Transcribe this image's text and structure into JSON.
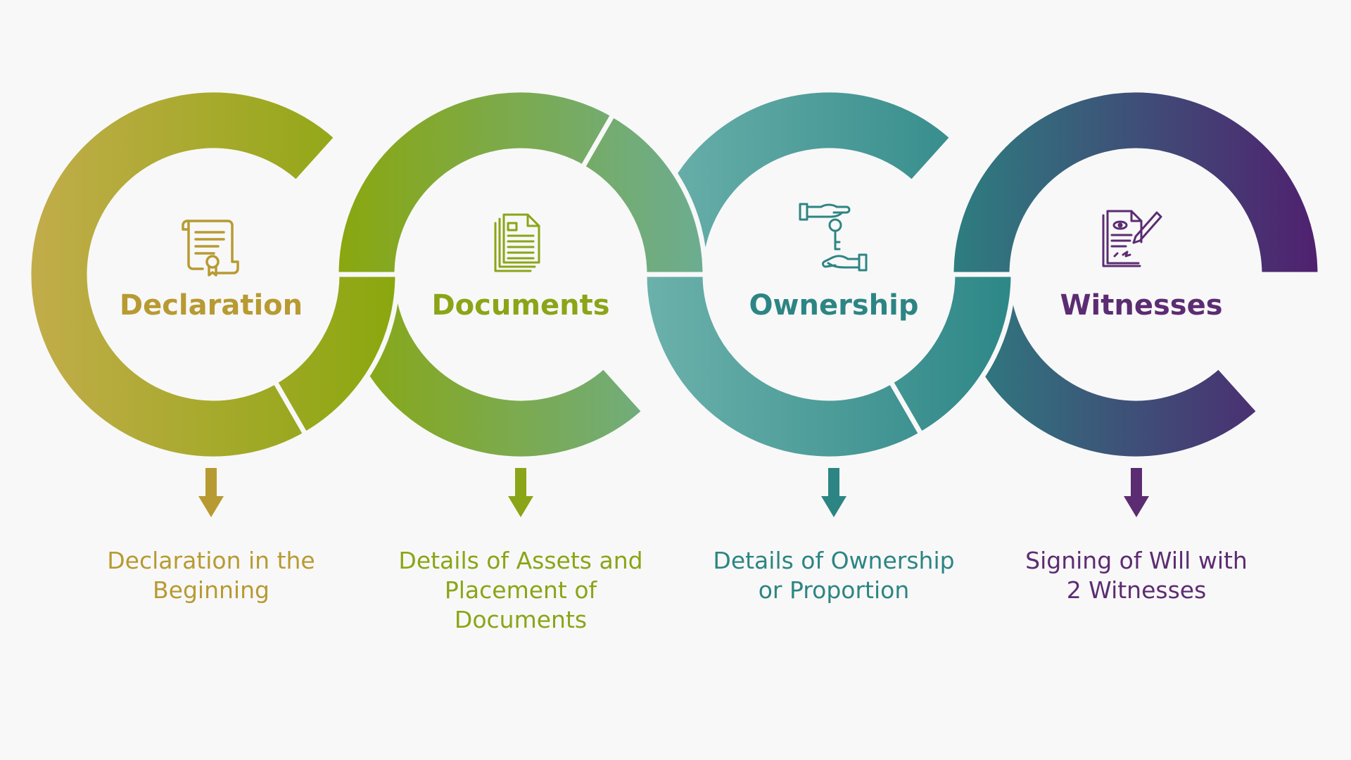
{
  "steps": [
    {
      "title": "Declaration",
      "description_lines": [
        "Declaration in the",
        "Beginning"
      ],
      "icon": "scroll-certificate-icon",
      "color": "#b89a32",
      "gradient": [
        "#c2ac4a",
        "#8aa70e"
      ]
    },
    {
      "title": "Documents",
      "description_lines": [
        "Details of Assets and",
        "Placement of",
        "Documents"
      ],
      "icon": "documents-icon",
      "color": "#8aa517",
      "gradient": [
        "#8aa70e",
        "#6cad92"
      ]
    },
    {
      "title": "Ownership",
      "description_lines": [
        "Details of Ownership",
        "or Proportion"
      ],
      "icon": "key-handover-icon",
      "color": "#2d8583",
      "gradient": [
        "#6cb1ab",
        "#2d8787"
      ]
    },
    {
      "title": "Witnesses",
      "description_lines": [
        "Signing of Will with",
        "2 Witnesses"
      ],
      "icon": "signed-document-icon",
      "color": "#5c2c72",
      "gradient": [
        "#2d7e80",
        "#50206f"
      ]
    }
  ]
}
